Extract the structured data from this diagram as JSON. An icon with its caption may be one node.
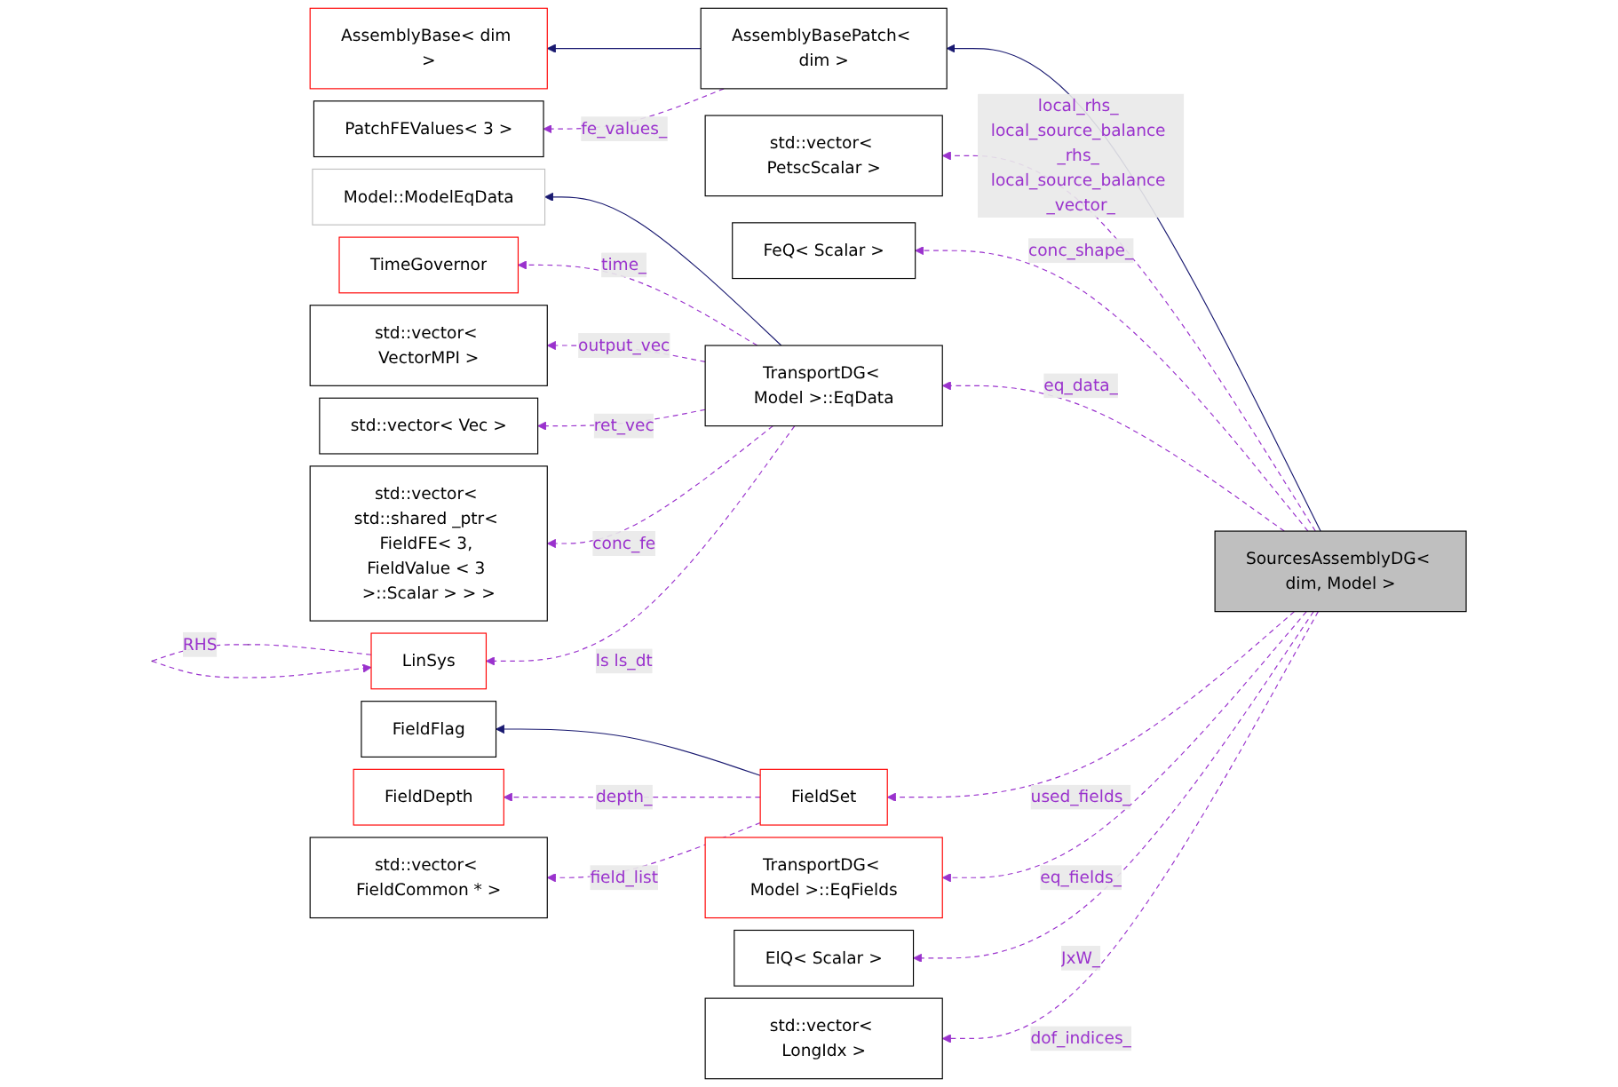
{
  "diagram": {
    "nodes": [
      {
        "text": [
          "AssemblyBase< dim >"
        ]
      },
      {
        "text": [
          "PatchFEValues< 3 >"
        ]
      },
      {
        "text": [
          "AssemblyBasePatch< dim >"
        ]
      },
      {
        "text": [
          "Model::ModelEqData"
        ]
      },
      {
        "text": [
          "TimeGovernor"
        ]
      },
      {
        "text": [
          "std::vector< VectorMPI >"
        ]
      },
      {
        "text": [
          "std::vector< PetscScalar >"
        ]
      },
      {
        "text": [
          "std::vector< Vec >"
        ]
      },
      {
        "text": [
          "FeQ< Scalar >"
        ]
      },
      {
        "text": [
          "std::vector< std::shared _ptr< FieldFE< 3, FieldValue < 3 >::Scalar > > >"
        ]
      },
      {
        "text": [
          "TransportDG< Model >::EqData"
        ]
      },
      {
        "text": [
          "SourcesAssemblyDG< dim, Model >"
        ]
      },
      {
        "text": [
          "FieldSet"
        ]
      },
      {
        "text": [
          "LinSys"
        ]
      },
      {
        "text": [
          "TransportDG< Model >::EqFields"
        ]
      },
      {
        "text": [
          "FieldFlag"
        ]
      },
      {
        "text": [
          "ElQ< Scalar >"
        ]
      },
      {
        "text": [
          "FieldDepth"
        ]
      },
      {
        "text": [
          "std::vector< LongIdx >"
        ]
      },
      {
        "text": [
          "std::vector< FieldCommon * >"
        ]
      }
    ],
    "edges": [
      {
        "from": 2,
        "to": 0,
        "arrow": "to",
        "color": "#191970"
      },
      {
        "from": 2,
        "to": 1,
        "arrow": "to",
        "label": "fe_values_",
        "style": "dashed"
      },
      {
        "from": 11,
        "to": 2,
        "arrow": "to",
        "color": "#191970"
      },
      {
        "from": 10,
        "to": 3,
        "arrow": "to",
        "color": "#191970"
      },
      {
        "from": 10,
        "to": 4,
        "arrow": "to",
        "label": "time_",
        "style": "dashed"
      },
      {
        "from": 10,
        "to": 5,
        "arrow": "to",
        "label": "output_vec",
        "style": "dashed"
      },
      {
        "from": 11,
        "to": 6,
        "arrow": "to",
        "label": "local_rhs_ local_source_balance _rhs_ local_source_balance _vector_",
        "style": "dashed"
      },
      {
        "from": 10,
        "to": 7,
        "arrow": "to",
        "label": "ret_vec",
        "style": "dashed"
      },
      {
        "from": 11,
        "to": 8,
        "arrow": "to",
        "label": "conc_shape_",
        "style": "dashed"
      },
      {
        "from": 10,
        "to": 9,
        "arrow": "to",
        "label": "conc_fe",
        "style": "dashed"
      },
      {
        "from": 11,
        "to": 10,
        "arrow": "to",
        "label": "eq_data_",
        "style": "dashed"
      },
      {
        "from": 10,
        "to": 13,
        "arrow": "to",
        "label": "ls ls_dt",
        "style": "dashed"
      },
      {
        "from": 13,
        "to": 13,
        "arrow": "to",
        "label": "RHS",
        "style": "dashed"
      },
      {
        "from": 11,
        "to": 12,
        "arrow": "to",
        "label": "used_fields_",
        "style": "dashed"
      },
      {
        "from": 12,
        "to": 15,
        "arrow": "to",
        "color": "#191970"
      },
      {
        "from": 12,
        "to": 17,
        "arrow": "to",
        "label": "depth_",
        "style": "dashed"
      },
      {
        "from": 12,
        "to": 19,
        "arrow": "to",
        "label": "field_list",
        "style": "dashed"
      },
      {
        "from": 11,
        "to": 14,
        "arrow": "to",
        "label": "eq_fields_",
        "style": "dashed"
      },
      {
        "from": 11,
        "to": 16,
        "arrow": "to",
        "label": "JxW_",
        "style": "dashed"
      },
      {
        "from": 11,
        "to": 18,
        "arrow": "to",
        "label": "dof_indices_",
        "style": "dashed"
      }
    ]
  }
}
